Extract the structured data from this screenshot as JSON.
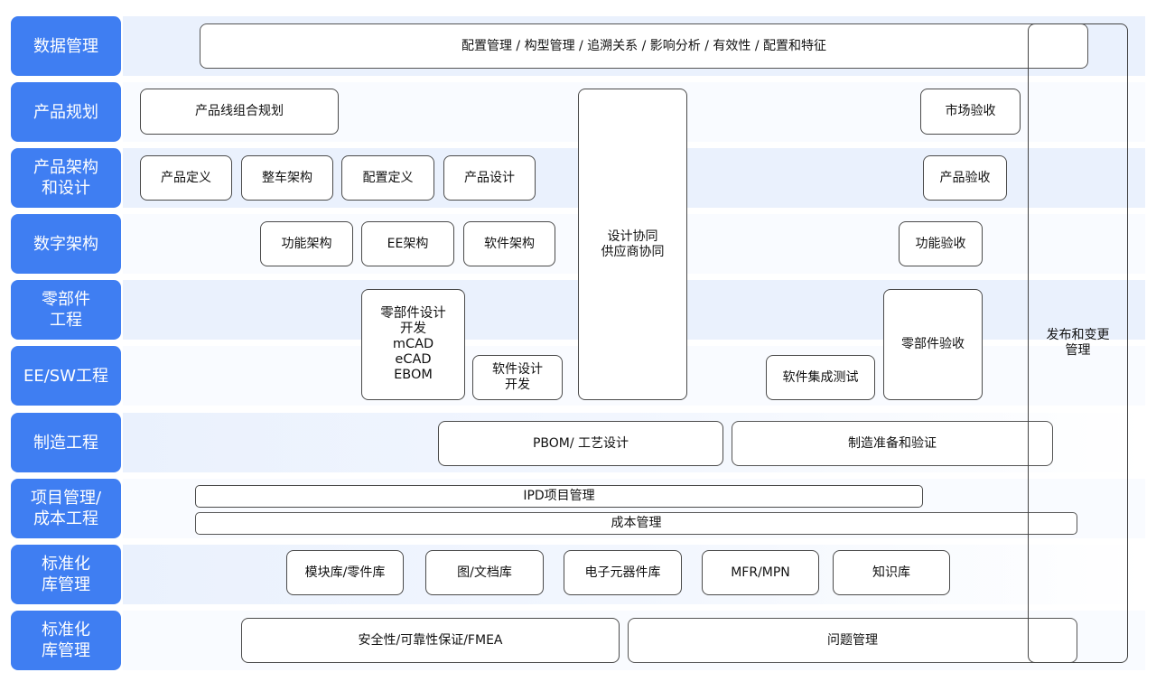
{
  "rows": [
    {
      "label": "数据管理"
    },
    {
      "label": "产品规划"
    },
    {
      "label": "产品架构\n和设计"
    },
    {
      "label": "数字架构"
    },
    {
      "label": "零部件\n工程"
    },
    {
      "label": "EE/SW工程"
    },
    {
      "label": "制造工程"
    },
    {
      "label": "项目管理/\n成本工程"
    },
    {
      "label": "标准化\n库管理"
    },
    {
      "label": "标准化\n库管理"
    }
  ],
  "boxes": {
    "data_mgmt": "配置管理 / 构型管理 / 追溯关系 / 影响分析 / 有效性 / 配置和特征",
    "product_line_planning": "产品线组合规划",
    "market_acceptance": "市场验收",
    "product_definition": "产品定义",
    "vehicle_architecture": "整车架构",
    "configuration_definition": "配置定义",
    "product_design": "产品设计",
    "product_acceptance": "产品验收",
    "design_collaboration": "设计协同\n供应商协同",
    "function_architecture": "功能架构",
    "ee_architecture": "EE架构",
    "software_architecture": "软件架构",
    "function_acceptance": "功能验收",
    "part_design": "零部件设计\n开发\nmCAD\neCAD\nEBOM",
    "software_design": "软件设计\n开发",
    "software_integration_test": "软件集成测试",
    "part_acceptance": "零部件验收",
    "release_change_mgmt": "发布和变更\n管理",
    "pbom_process": "PBOM/ 工艺设计",
    "manufacturing_prep": "制造准备和验证",
    "ipd_project_mgmt": "IPD项目管理",
    "cost_mgmt": "成本管理",
    "module_library": "模块库/零件库",
    "drawing_library": "图/文档库",
    "electronic_library": "电子元器件库",
    "mfr_mpn": "MFR/MPN",
    "knowledge_base": "知识库",
    "safety_fmea": "安全性/可靠性保证/FMEA",
    "issue_mgmt": "问题管理"
  }
}
